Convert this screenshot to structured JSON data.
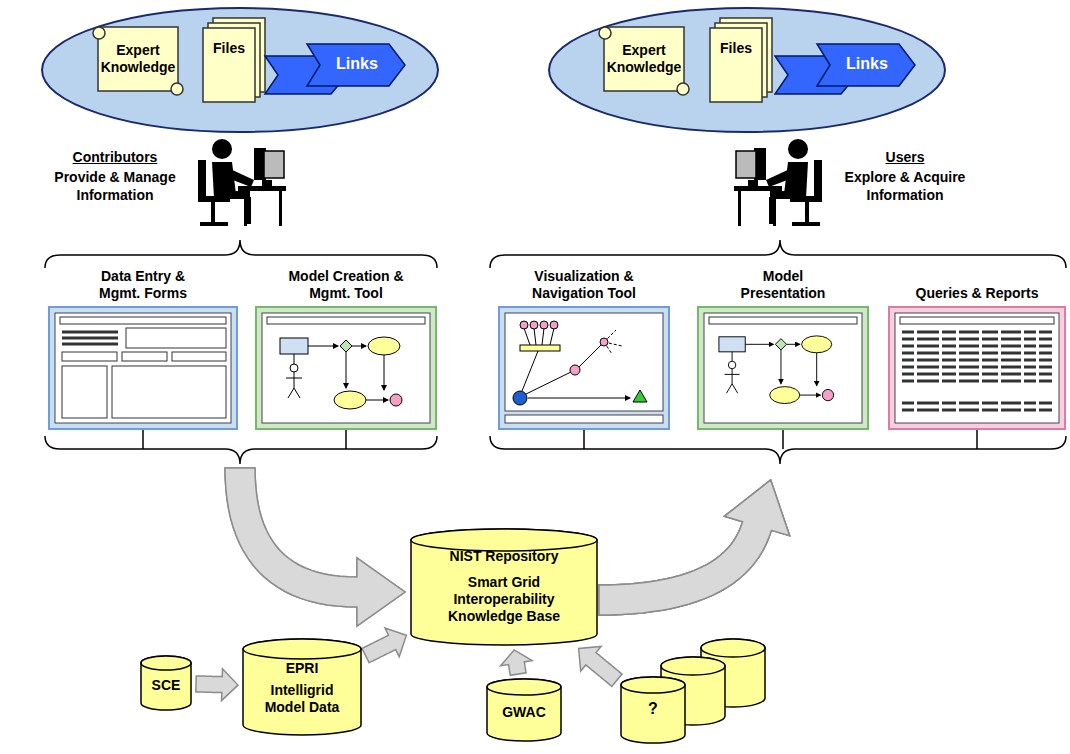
{
  "diagram": {
    "nodes": [
      {
        "text": [
          "Expert Knowledge"
        ]
      },
      {
        "text": [
          "Files"
        ]
      },
      {
        "text": [
          "Links"
        ]
      },
      {
        "text": [
          "Expert Knowledge"
        ]
      },
      {
        "text": [
          "Files"
        ]
      },
      {
        "text": [
          "Links"
        ]
      },
      {
        "text": [
          "Data Entry & Mgmt. Forms"
        ]
      },
      {
        "text": [
          "Model Creation & Mgmt. Tool"
        ]
      },
      {
        "text": [
          "Visualization & Navigation Tool"
        ]
      },
      {
        "text": [
          "Model Presentation"
        ]
      },
      {
        "text": [
          "Queries & Reports"
        ]
      },
      {
        "text": [
          "NIST Repository",
          "Smart Grid Interoperability Knowledge Base"
        ]
      },
      {
        "text": [
          "SCE"
        ]
      },
      {
        "text": [
          "EPRI",
          "Intelligrid Model Data"
        ]
      },
      {
        "text": [
          "GWAC"
        ]
      },
      {
        "text": [
          "?"
        ]
      }
    ],
    "edges": [
      {
        "from": 12,
        "to": 13,
        "arrow": "to"
      },
      {
        "from": 13,
        "to": 11,
        "arrow": "to"
      },
      {
        "from": 14,
        "to": 11,
        "arrow": "to"
      },
      {
        "from": 15,
        "to": 11,
        "arrow": "to"
      },
      {
        "from": 6,
        "to": 11,
        "arrow": "to"
      },
      {
        "from": 7,
        "to": 11,
        "arrow": "to"
      },
      {
        "from": 11,
        "to": 8,
        "arrow": "to"
      },
      {
        "from": 11,
        "to": 9,
        "arrow": "to"
      },
      {
        "from": 11,
        "to": 10,
        "arrow": "to"
      }
    ],
    "labels": [
      "Contributors",
      "Provide & Manage Information",
      "Users",
      "Explore & Acquire Information"
    ]
  }
}
